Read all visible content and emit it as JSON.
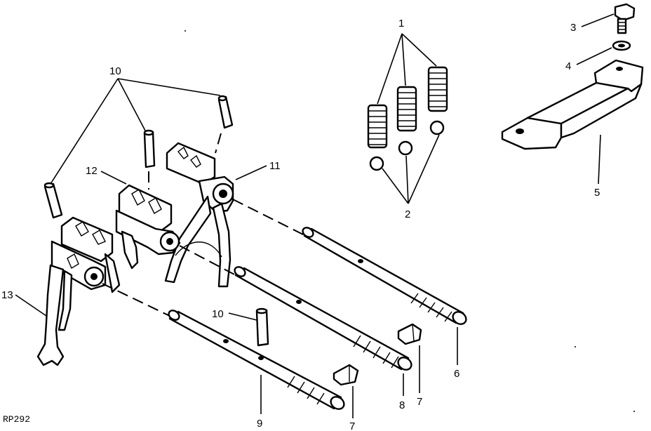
{
  "diagram": {
    "figure_code": "RP292",
    "callouts": {
      "c1": "1",
      "c2": "2",
      "c3": "3",
      "c4": "4",
      "c5": "5",
      "c6": "6",
      "c7a": "7",
      "c7b": "7",
      "c8": "8",
      "c9": "9",
      "c10a": "10",
      "c10b": "10",
      "c11": "11",
      "c12": "12",
      "c13": "13"
    }
  }
}
